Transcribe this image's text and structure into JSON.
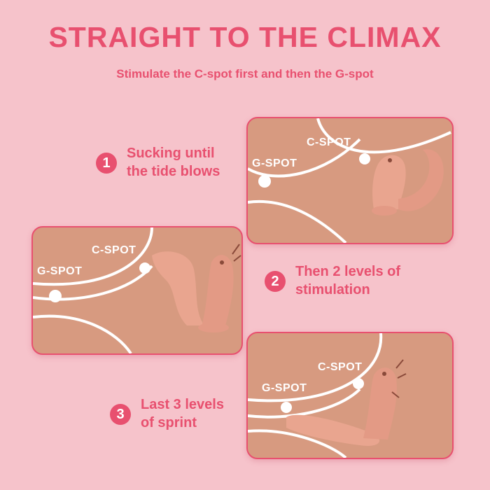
{
  "title": "STRAIGHT TO THE CLIMAX",
  "subtitle": "Stimulate the C-spot first and then the G-spot",
  "steps": [
    {
      "number": "1",
      "line1": "Sucking until",
      "line2": "the tide blows"
    },
    {
      "number": "2",
      "line1": "Then 2 levels of",
      "line2": "stimulation"
    },
    {
      "number": "3",
      "line1": "Last 3 levels",
      "line2": "of sprint"
    }
  ],
  "panels": [
    {
      "c_label": "C-SPOT",
      "g_label": "G-SPOT"
    },
    {
      "c_label": "C-SPOT",
      "g_label": "G-SPOT"
    },
    {
      "c_label": "C-SPOT",
      "g_label": "G-SPOT"
    }
  ],
  "colors": {
    "accent": "#e8506f",
    "background": "#f6c3cb",
    "skin": "#d79a80"
  }
}
